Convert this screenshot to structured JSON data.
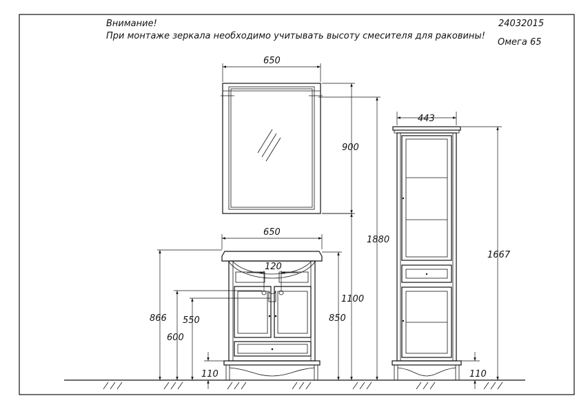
{
  "header": {
    "warning_title": "Внимание!",
    "warning_text": "При монтаже зеркала необходимо учитывать высоту смесителя для раковины!",
    "doc_code": "24032015",
    "model": "Омега  65"
  },
  "dimensions": {
    "mirror_width": "650",
    "mirror_height": "900",
    "mirror_top_height": "1880",
    "cabinet_width": "650",
    "faucet_spacing": "120",
    "mirror_bottom_height": "1100",
    "cabinet_top_height": "850",
    "basin_height": "866",
    "drain_height": "600",
    "tap_height": "550",
    "leg_height_left": "110",
    "pencase_width": "443",
    "pencase_height": "1667",
    "leg_height_right": "110"
  }
}
